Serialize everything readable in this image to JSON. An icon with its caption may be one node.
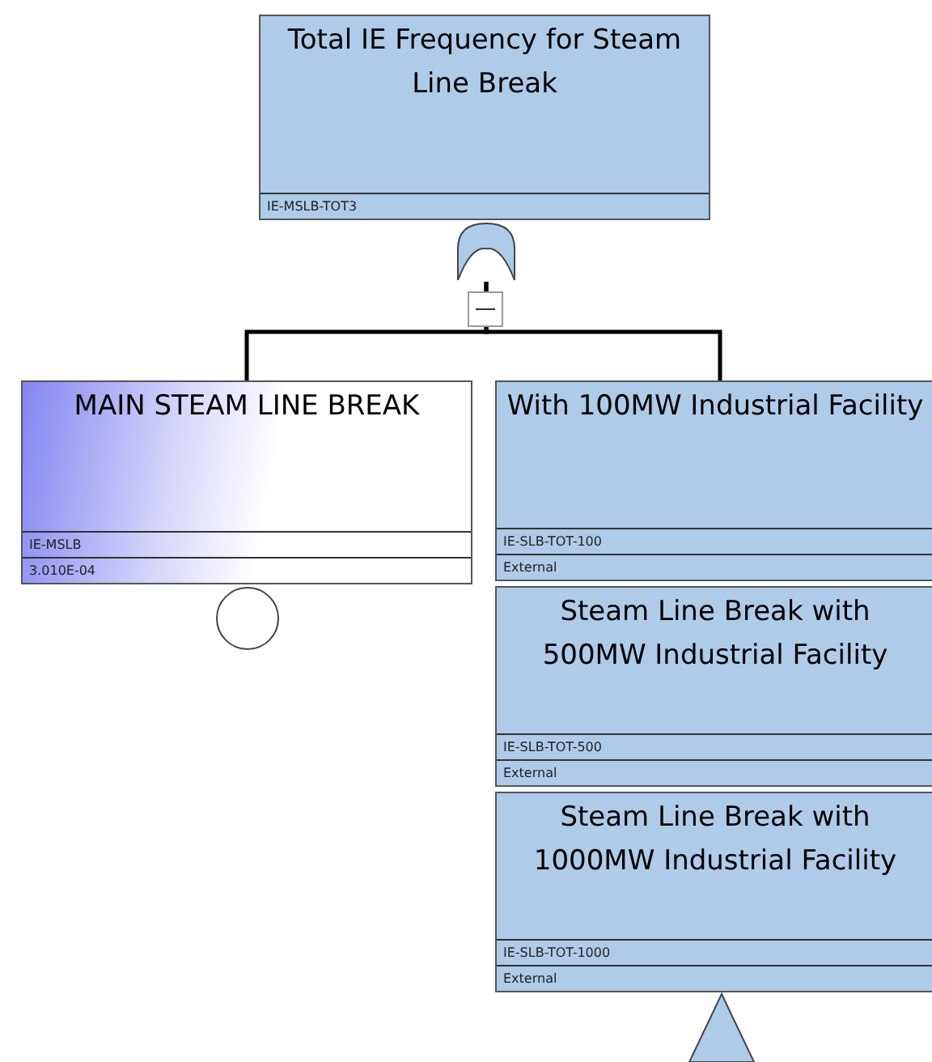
{
  "diagram": {
    "nodes": [
      {
        "text": [
          "Total IE Frequency for Steam Line Break",
          "IE-MSLB-TOT3"
        ]
      },
      {
        "text": [],
        "shape": "gate"
      },
      {
        "text": [
          "MAIN STEAM LINE BREAK",
          "IE-MSLB",
          "3.010E-04"
        ]
      },
      {
        "text": [],
        "shape": "circle"
      },
      {
        "text": [
          "With 100MW Industrial Facility",
          "IE-SLB-TOT-100",
          "External"
        ]
      },
      {
        "text": [
          "Steam Line Break with 500MW Industrial Facility",
          "IE-SLB-TOT-500",
          "External"
        ]
      },
      {
        "text": [
          "Steam Line Break with 1000MW Industrial Facility",
          "IE-SLB-TOT-1000",
          "External"
        ]
      },
      {
        "text": [],
        "shape": "triangle"
      }
    ],
    "edges": [
      {
        "from": 1,
        "to": 2,
        "arrow": "none"
      },
      {
        "from": 1,
        "to": 4,
        "arrow": "none"
      }
    ]
  }
}
